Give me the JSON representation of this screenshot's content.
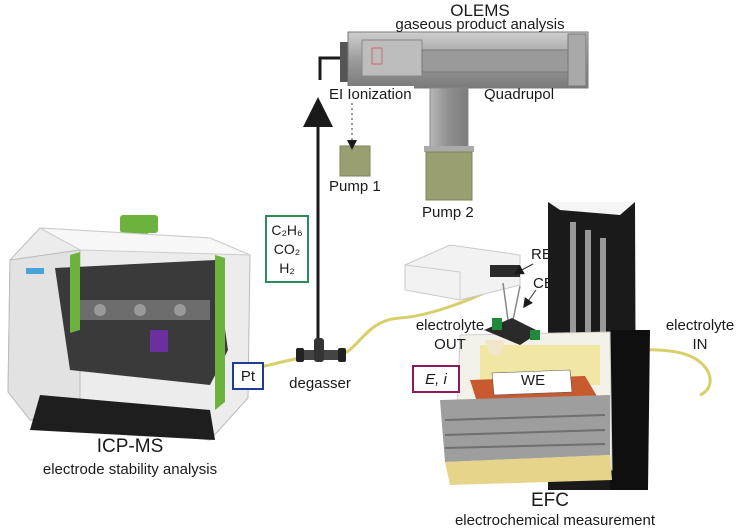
{
  "olems": {
    "title": "OLEMS",
    "subtitle": "gaseous product analysis"
  },
  "labels": {
    "ei_ionization": "EI Ionization",
    "quadrupol": "Quadrupol",
    "pump1": "Pump 1",
    "pump2": "Pump 2",
    "degasser": "degasser",
    "re": "RE",
    "ce": "CE",
    "we": "WE",
    "electrolyte_out": [
      "electrolyte",
      "OUT"
    ],
    "electrolyte_in": [
      "electrolyte",
      "IN"
    ]
  },
  "boxes": {
    "gases": {
      "lines": [
        "C₂H₆",
        "CO₂",
        "H₂"
      ],
      "color": "#2e8b57"
    },
    "pt": {
      "text": "Pt",
      "color": "#1f3a93"
    },
    "ei": {
      "text": "E, i",
      "color": "#8b1a5a"
    }
  },
  "icpms": {
    "title": "ICP-MS",
    "subtitle": "electrode stability analysis"
  },
  "efc": {
    "title": "EFC",
    "subtitle": "electrochemical measurement"
  },
  "colors": {
    "tubing": "#d8cf6a",
    "instrument_green": "#6bb33c",
    "arrow": "#1a1a1a"
  }
}
